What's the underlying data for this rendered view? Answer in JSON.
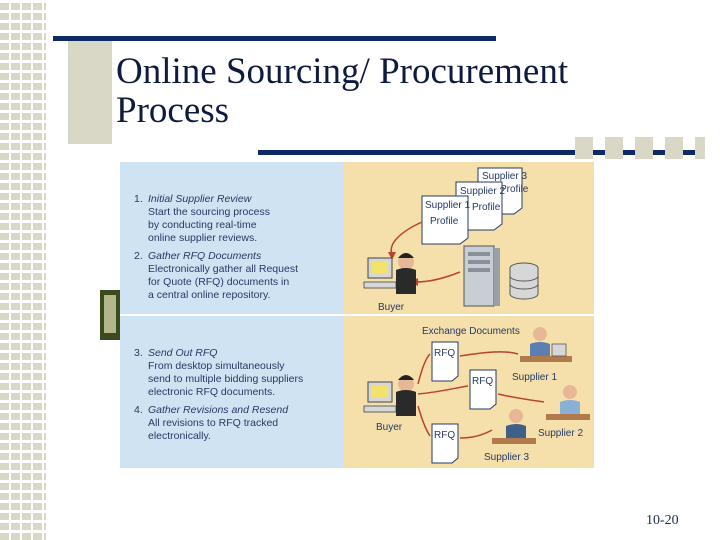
{
  "slide": {
    "title": "Online Sourcing/ Procurement Process",
    "page_number": "10-20"
  },
  "figure": {
    "steps": [
      {
        "number": "1.",
        "heading": "Initial Supplier Review",
        "lines": [
          "Start the sourcing process",
          "by conducting real-time",
          "online supplier reviews."
        ]
      },
      {
        "number": "2.",
        "heading": "Gather RFQ Documents",
        "lines": [
          "Electronically gather all Request",
          "for Quote (RFQ) documents in",
          "a central online repository."
        ]
      },
      {
        "number": "3.",
        "heading": "Send Out RFQ",
        "lines": [
          "From desktop simultaneously",
          "send to multiple bidding suppliers",
          "electronic RFQ documents."
        ]
      },
      {
        "number": "4.",
        "heading": "Gather Revisions and Resend",
        "lines": [
          "All revisions to RFQ tracked",
          "electronically."
        ]
      }
    ],
    "top_diagram": {
      "profiles": [
        {
          "line1": "Supplier 3",
          "line2": "Profile"
        },
        {
          "line1": "Supplier 2",
          "line2": "Profile"
        },
        {
          "line1": "Supplier 1",
          "line2": "Profile"
        }
      ],
      "buyer_label": "Buyer"
    },
    "bottom_diagram": {
      "heading": "Exchange Documents",
      "rfq_label": "RFQ",
      "buyer_label": "Buyer",
      "suppliers": [
        "Supplier 1",
        "Supplier 2",
        "Supplier 3"
      ]
    }
  },
  "colors": {
    "accent_bar": "#0d2a66",
    "stripe": "#d9d8c7",
    "panel_left": "#cfe3f2",
    "panel_right": "#f5dfaa",
    "doc_fill": "#ffffff"
  }
}
